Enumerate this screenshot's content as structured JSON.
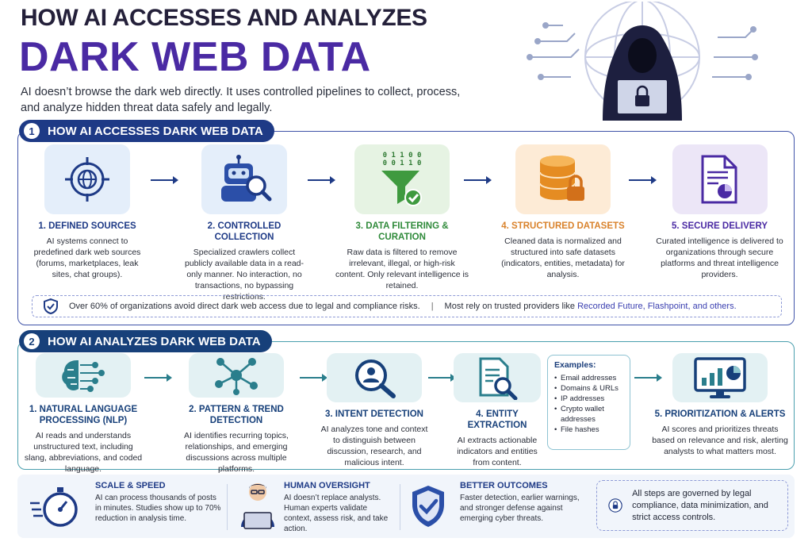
{
  "header": {
    "title_line1": "HOW AI ACCESSES AND ANALYZES",
    "title_line2": "DARK WEB DATA",
    "intro": "AI doesn’t browse the dark web directly. It uses controlled pipelines to collect, process, and analyze hidden threat data safely and legally."
  },
  "section1": {
    "number": "1",
    "title": "HOW AI ACCESSES DARK WEB DATA",
    "steps": [
      {
        "title": "1. DEFINED SOURCES",
        "desc": "AI systems connect to predefined dark web sources (forums, marketplaces, leak sites, chat groups).",
        "color": "#1e3a86",
        "icon": "globe-crosshair-icon"
      },
      {
        "title": "2. CONTROLLED COLLECTION",
        "desc": "Specialized crawlers collect publicly available data in a read-only manner. No interaction, no transactions, no bypassing restrictions.",
        "color": "#1e3a86",
        "icon": "robot-magnifier-icon"
      },
      {
        "title": "3. DATA FILTERING & CURATION",
        "desc": "Raw data is filtered to remove irrelevant, illegal, or high-risk content. Only relevant intelligence is retained.",
        "color": "#2f8a3a",
        "icon": "filter-funnel-icon"
      },
      {
        "title": "4. STRUCTURED DATASETS",
        "desc": "Cleaned data is normalized and structured into safe datasets (indicators, entities, metadata) for analysis.",
        "color": "#d9822b",
        "icon": "database-lock-icon"
      },
      {
        "title": "5. SECURE DELIVERY",
        "desc": "Curated intelligence is delivered to organizations through secure platforms and threat intelligence providers.",
        "color": "#4a2aa3",
        "icon": "report-document-icon"
      }
    ],
    "binary_text": "0 1 1 0 0\n0 0 1 1 0",
    "note_left": "Over 60% of organizations avoid direct dark web access due to legal and compliance risks.",
    "note_sep": "|",
    "note_right_prefix": "Most rely on trusted providers like ",
    "note_right_highlight": "Recorded Future, Flashpoint, and others."
  },
  "section2": {
    "number": "2",
    "title": "HOW AI ANALYZES DARK WEB DATA",
    "steps": [
      {
        "title": "1. NATURAL LANGUAGE PROCESSING (NLP)",
        "desc": "AI reads and understands unstructured text, including slang, abbreviations, and coded language.",
        "icon": "brain-circuit-icon"
      },
      {
        "title": "2. PATTERN & TREND DETECTION",
        "desc": "AI identifies recurring topics, relationships, and emerging discussions across multiple platforms.",
        "icon": "network-nodes-icon"
      },
      {
        "title": "3. INTENT DETECTION",
        "desc": "AI analyzes tone and context to distinguish between discussion, research, and malicious intent.",
        "icon": "person-magnifier-icon"
      },
      {
        "title": "4. ENTITY EXTRACTION",
        "desc": "AI extracts actionable indicators and entities from content.",
        "icon": "document-search-icon"
      },
      {
        "title": "5. PRIORITIZATION & ALERTS",
        "desc": "AI scores and prioritizes threats based on relevance and risk, alerting analysts to what matters most.",
        "icon": "dashboard-monitor-icon"
      }
    ],
    "examples_title": "Examples:",
    "examples": [
      "Email addresses",
      "Domains & URLs",
      "IP addresses",
      "Crypto wallet addresses",
      "File hashes"
    ]
  },
  "bottom": {
    "cards": [
      {
        "title": "SCALE & SPEED",
        "desc": "AI can process thousands of posts in minutes. Studies show up to 70% reduction in analysis time.",
        "icon": "stopwatch-icon"
      },
      {
        "title": "HUMAN OVERSIGHT",
        "desc": "AI doesn’t replace analysts. Human experts validate context, assess risk, and take action.",
        "icon": "analyst-laptop-icon"
      },
      {
        "title": "BETTER OUTCOMES",
        "desc": "Faster detection, earlier warnings, and stronger defense against emerging cyber threats.",
        "icon": "shield-check-icon"
      }
    ],
    "governance": "All steps are governed by legal compliance, data minimization, and strict access controls."
  }
}
